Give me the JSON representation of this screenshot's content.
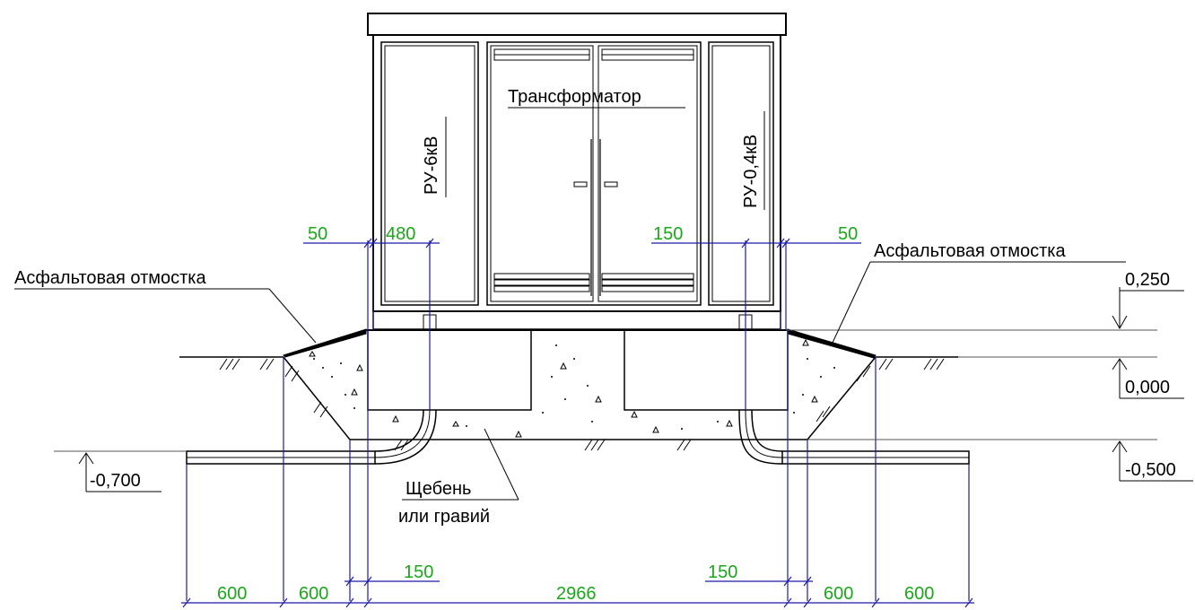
{
  "labels": {
    "transformer": "Трансформатор",
    "ru_hv": "РУ-6кВ",
    "ru_lv": "РУ-0,4кВ",
    "asphalt_left": "Асфальтовая отмостка",
    "asphalt_right": "Асфальтовая отмостка",
    "gravel_line1": "Щебень",
    "gravel_line2": "или гравий"
  },
  "elevations": {
    "top": "0,250",
    "ground": "0,000",
    "base": "-0,500",
    "cable": "-0,700"
  },
  "dimensions": {
    "upper_left_gap": "50",
    "upper_left_width": "480",
    "upper_right_width": "150",
    "upper_right_gap": "50",
    "lower_left_offset": "150",
    "lower_right_offset": "150",
    "bottom_far_left": "600",
    "bottom_left": "600",
    "bottom_center": "2966",
    "bottom_right": "600",
    "bottom_far_right": "600"
  },
  "colors": {
    "dimension_text": "#18a818",
    "dimension_lines": "#1a1aa8",
    "drawing_lines": "#000000"
  }
}
